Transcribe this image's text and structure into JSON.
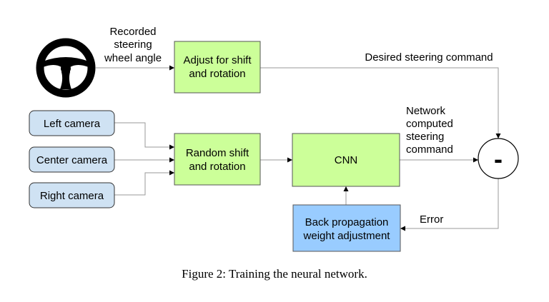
{
  "diagram": {
    "nodes": {
      "adjust": [
        "Adjust for shift",
        "and rotation"
      ],
      "random": [
        "Random shift",
        "and rotation"
      ],
      "cnn": "CNN",
      "backprop": [
        "Back propagation",
        "weight adjustment"
      ],
      "left_camera": "Left camera",
      "center_camera": "Center camera",
      "right_camera": "Right camera",
      "minus": "-"
    },
    "labels": {
      "recorded_angle": [
        "Recorded",
        "steering",
        "wheel angle"
      ],
      "desired_command": "Desired steering command",
      "network_command": [
        "Network",
        "computed",
        "steering",
        "command"
      ],
      "error": "Error"
    },
    "colors": {
      "green_box": "#ccff99",
      "blue_box": "#99ccff",
      "camera_box": "#cfe2f3",
      "line": "#999999",
      "wheel": "#000000"
    }
  },
  "caption": "Figure 2: Training the neural network."
}
